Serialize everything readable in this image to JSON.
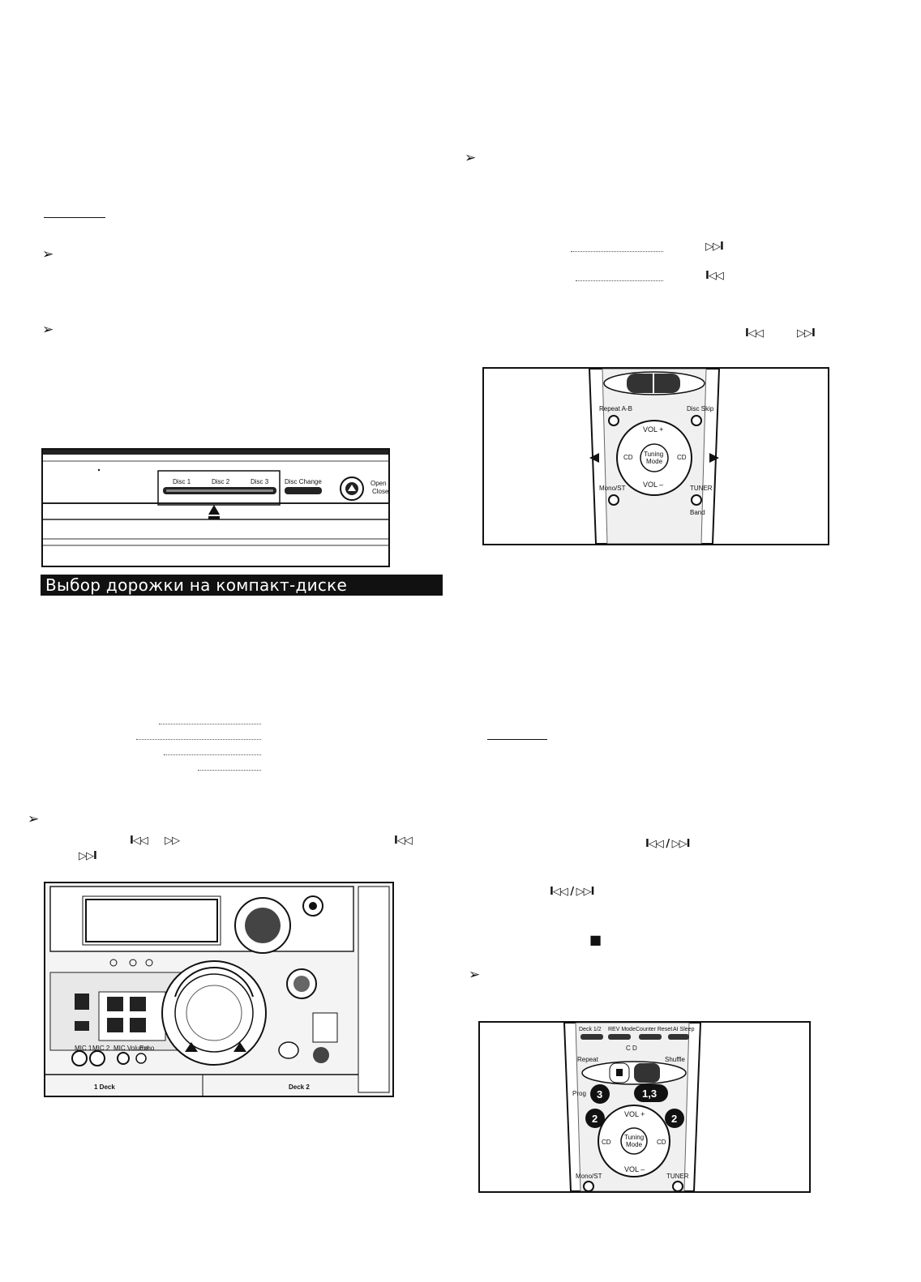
{
  "heading": "Выбор дорожки на компакт-диске",
  "note_arrow": "➢",
  "glyphs": {
    "next": "▷▷I",
    "prev": "I◁◁",
    "ffwd": "▷▷",
    "pair": "I◁◁ / ▷▷I",
    "stop": "■"
  },
  "fig1": {
    "disc1": "Disc 1",
    "disc2": "Disc 2",
    "disc3": "Disc 3",
    "disc_change": "Disc Change",
    "open": "Open",
    "close": "Close"
  },
  "remote1": {
    "repeat_ab": "Repeat A-B",
    "disc_skip": "Disc Skip",
    "vol_plus": "VOL +",
    "vol_minus": "VOL –",
    "tuning": "Tuning",
    "mode": "Mode",
    "cd_left": "CD",
    "cd_right": "CD",
    "mono_st": "Mono/ST",
    "tuner": "TUNER",
    "band": "Band"
  },
  "remote2": {
    "deck": "Deck 1/2",
    "rev_mode": "REV Mode",
    "counter_reset": "Counter Reset",
    "ai_sleep": "AI Sleep",
    "cd": "C D",
    "repeat": "Repeat",
    "shuffle": "Shuffle",
    "prog": "Prog",
    "vol_plus": "VOL +",
    "vol_minus": "VOL –",
    "tuning": "Tuning",
    "mode": "Mode",
    "cd_left": "CD",
    "cd_right": "CD",
    "mono_st": "Mono/ST",
    "tuner": "TUNER",
    "badge_3": "3",
    "badge_13": "1,3",
    "badge_2a": "2",
    "badge_2b": "2"
  },
  "unit": {
    "mic1": "MIC 1",
    "mic2": "MIC 2",
    "mic_volume": "MIC Volume",
    "echo": "Echo",
    "deck1": "1 Deck",
    "deck2": "Deck 2"
  }
}
